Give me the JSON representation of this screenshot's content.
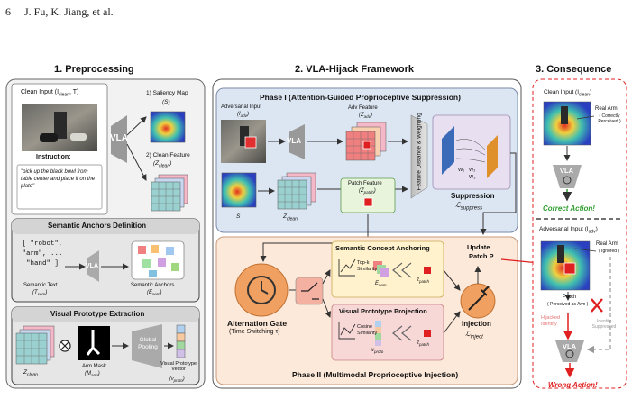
{
  "header": {
    "page_number": "6",
    "authors": "J. Fu, K. Jiang, et al."
  },
  "sections": {
    "preprocessing": "1. Preprocessing",
    "framework": "2. VLA-Hijack Framework",
    "consequence": "3. Consequence"
  },
  "pre": {
    "clean_input": "Clean Input (I",
    "clean_input_sub": "clean",
    "clean_input_tail": ", T)",
    "vla": "VLA",
    "saliency": "1) Saliency Map",
    "saliency_sym": "(S)",
    "clean_feature": "2) Clean Feature",
    "clean_feature_sym": "(Z",
    "clean_feature_sub": "clean",
    "instruction_label": "Instruction:",
    "instruction_text": "\"pick up the black bowl from table center and place it on the plate\"",
    "anchors_title": "Semantic Anchors Definition",
    "anchor_words": "[ \"robot\", \"arm\", ... \"hand\" ]",
    "semantic_text": "Semantic Text",
    "semantic_text_sym": "(T",
    "semantic_text_sub": "sem",
    "semantic_anchors": "Semantic Anchors",
    "semantic_anchors_sym": "(E",
    "semantic_anchors_sub": "sem",
    "vp_title": "Visual Prototype Extraction",
    "z_clean": "Z",
    "z_clean_sub": "clean",
    "arm_mask": "Arm Mask",
    "arm_mask_sym": "(M",
    "arm_mask_sub": "arm",
    "global_pooling": "Global Pooling",
    "vp_vector": "Visual Prototype Vector",
    "vp_vector_sym": "(v",
    "vp_vector_sub": "proto"
  },
  "phase1": {
    "title": "Phase I (Attention-Guided Proprioceptive Suppression)",
    "adv_input": "Adversarial Input",
    "adv_input_sym": "(I",
    "adv_input_sub": "adv",
    "vla": "VLA",
    "adv_feature": "Adv Feature",
    "adv_feature_sym": "(Z",
    "adv_feature_sub": "adv",
    "s_label": "S",
    "z_clean": "Z",
    "z_clean_sub": "clean",
    "patch_feature": "Patch Feature",
    "patch_feature_sym": "(Z",
    "patch_feature_sub": "patch",
    "fdw": "Feature Distance & Weighting",
    "w1": "W₁",
    "w2": "W₂",
    "w3": "W₃",
    "suppression": "Suppression",
    "suppression_sym": "ℒ",
    "suppression_sub": "suppress"
  },
  "phase2": {
    "title": "Phase II (Multimodal Proprioceptive Injection)",
    "gate": "Alternation Gate",
    "gate_sub": "(Time Switching τ)",
    "sca_title": "Semantic Concept Anchoring",
    "topk": "Top-k Similarity",
    "e_sem": "E",
    "e_sem_sub": "sem",
    "z_patch": "z",
    "z_patch_sub": "patch",
    "vpp_title": "Visual Prototype Projection",
    "cosine": "Cosine Similarity",
    "v_proto": "v",
    "v_proto_sub": "proto",
    "z_patch2": "z",
    "z_patch2_sub": "patch",
    "injection": "Injection",
    "injection_sym": "ℒ",
    "injection_sub": "inject",
    "update": "Update",
    "patch_p": "Patch P"
  },
  "consequence": {
    "clean_input": "Clean Input (I",
    "clean_input_sub": "clean",
    "clean_input_tail": ")",
    "real_arm": "Real Arm",
    "real_arm_note": "( Correctly Perceived )",
    "vla": "VLA",
    "correct": "Correct Action!",
    "adv_input": "Adversarial Input (I",
    "adv_input_sub": "adv",
    "adv_input_tail": ")",
    "real_arm2": "Real Arm",
    "real_arm2_note": "( Ignored )",
    "patch": "Patch",
    "patch_note": "( Perceived as Arm )",
    "hijacked": "Hijacked Identity",
    "suppressed": "Identity Suppressed",
    "vla2": "VLA",
    "wrong": "Wrong Action!"
  },
  "colors": {
    "phase1_bg": "#dce6f2",
    "phase2_bg": "#fde9d9",
    "sca_bg": "#fff2cc",
    "vpp_bg": "#f8d7d7",
    "gate": "#f0a060",
    "correct": "#2e9e2e",
    "wrong": "#e02020"
  }
}
